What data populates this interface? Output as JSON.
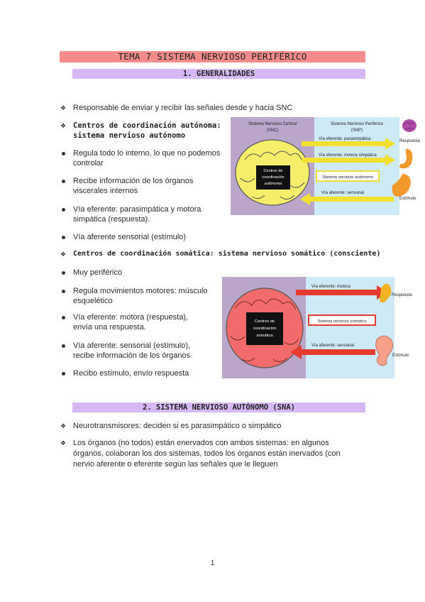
{
  "title": "TEMA 7 SISTEMA NERVIOSO PERIFÉRICO",
  "section1": "1. GENERALIDADES",
  "items_top": [
    "Responsable de enviar y recibir las señales desde y hacia SNC"
  ],
  "autonomic_heading": [
    "Centros de coordinación autónoma:",
    "sistema nervioso autónomo"
  ],
  "autonomic_items": [
    [
      "Regula todo lo interno, lo que no podemos",
      "controlar"
    ],
    [
      "Recibe información de los órganos",
      "viscerales internos"
    ],
    [
      "Vía eferente: parasimpática y motora",
      "simpática (respuesta)."
    ],
    [
      "Vía aferente sensorial (estímulo)"
    ]
  ],
  "somatic_heading": "Centros de coordinación somática: sistema nervioso somático (consciente)",
  "somatic_items": [
    [
      "Muy periférico"
    ],
    [
      "Regula movimientos motores: músculo",
      "esquelético"
    ],
    [
      "Vía eferente: motora (respuesta),",
      "envía una respuesta."
    ],
    [
      "Vía aferente: sensorial (estímulo),",
      "recibe información de los órganos"
    ],
    [
      "Recibo estímulo, envío respuesta"
    ]
  ],
  "fig1": {
    "left_title": [
      "Sistema Nervioso Central",
      "(SNC)"
    ],
    "right_title": [
      "Sistema Nervioso Periférico",
      "(SNP)"
    ],
    "brain_label": [
      "Centros de",
      "coordinación",
      "autónoma"
    ],
    "via_parasimpatica": "Vía eferente: parasimpática",
    "via_simpatica": "Vía eferente: motora simpática",
    "sna_box": "Sistema nervioso autónomo",
    "via_sensorial": "Vía aferente: sensorial",
    "respuesta": "Respuesta",
    "estimulo": "Estímulo"
  },
  "fig2": {
    "brain_label": [
      "Centros de",
      "coordinación",
      "somática"
    ],
    "via_motora": "Vía eferente: motora",
    "sns_box": "Sistema nervioso somático",
    "via_sensorial": "Vía aferente: sensorial",
    "respuesta": "Respuesta",
    "estimulo": "Estímulo"
  },
  "section2": "2. SISTEMA NERVIOSO AUTÓNOMO (SNA)",
  "sna_items": [
    [
      "Neurotransmisores: deciden si es parasimpático o simpático"
    ],
    [
      "Los órganos (no todos) están enervados con ambos sistemas: en algunos",
      "órganos, colaboran los dos sistemas, todos los órganos están inervados (con",
      "nervio aferente o eferente según las señales que le lleguen"
    ]
  ],
  "page_number": "1",
  "colors": {
    "title_bar": "#f48c8c",
    "section_bar": "#d6b8f5",
    "brain_yellow": "#f5ee6a",
    "brain_red": "#f26b6b",
    "arrow_yellow": "#f2e030",
    "arrow_red": "#e53a2e"
  }
}
